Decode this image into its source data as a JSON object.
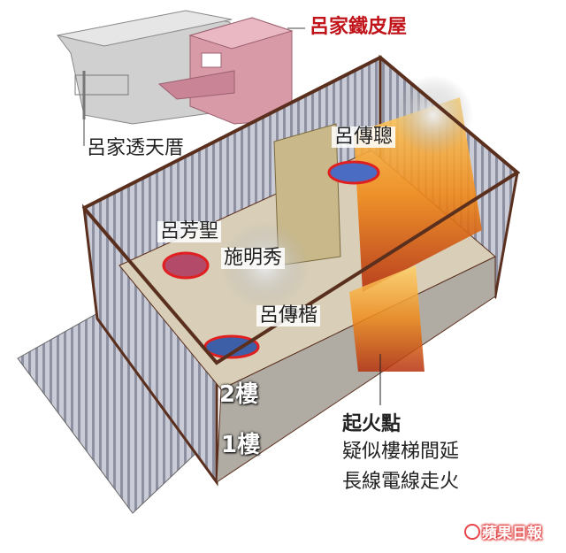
{
  "title": "呂家鐵皮屋",
  "house_label": "呂家透天厝",
  "persons": {
    "p1": "呂傳聰",
    "p2": "呂芳聖",
    "p3": "施明秀",
    "p4": "呂傳楷"
  },
  "floors": {
    "second": "2樓",
    "first": "1樓"
  },
  "fire_origin": {
    "title": "起火點",
    "line1": "疑似樓梯間延",
    "line2": "長線電線走火"
  },
  "logo": "蘋果日報",
  "colors": {
    "accent_red": "#c0141a",
    "pink_house": "#d99aa8",
    "fire": "#f08a1a"
  }
}
